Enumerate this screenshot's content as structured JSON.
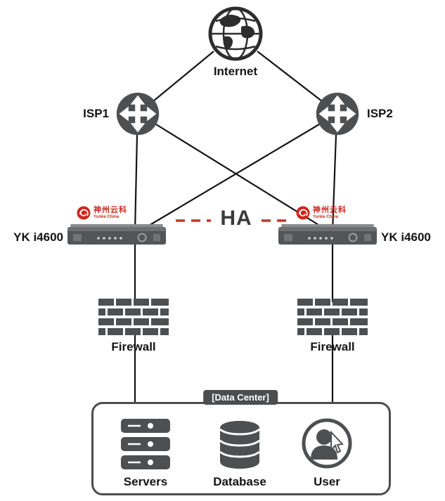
{
  "diagram": {
    "nodes": {
      "internet": {
        "label": "Internet"
      },
      "isp1": {
        "label": "ISP1"
      },
      "isp2": {
        "label": "ISP2"
      },
      "lb_left": {
        "label": "YK i4600"
      },
      "lb_right": {
        "label": "YK i4600"
      },
      "firewall_left": {
        "label": "Firewall"
      },
      "firewall_right": {
        "label": "Firewall"
      }
    },
    "ha_link": {
      "label": "HA"
    },
    "vendor_logo": {
      "cn": "神州云科",
      "en": "Yunke China"
    },
    "datacenter": {
      "badge": "[Data Center]",
      "items": {
        "servers": "Servers",
        "database": "Database",
        "user": "User"
      }
    },
    "colors": {
      "device_gray": "#4e4f51",
      "line_black": "#141414",
      "ha_red": "#c5342a",
      "logo_red": "#d0251c"
    }
  }
}
